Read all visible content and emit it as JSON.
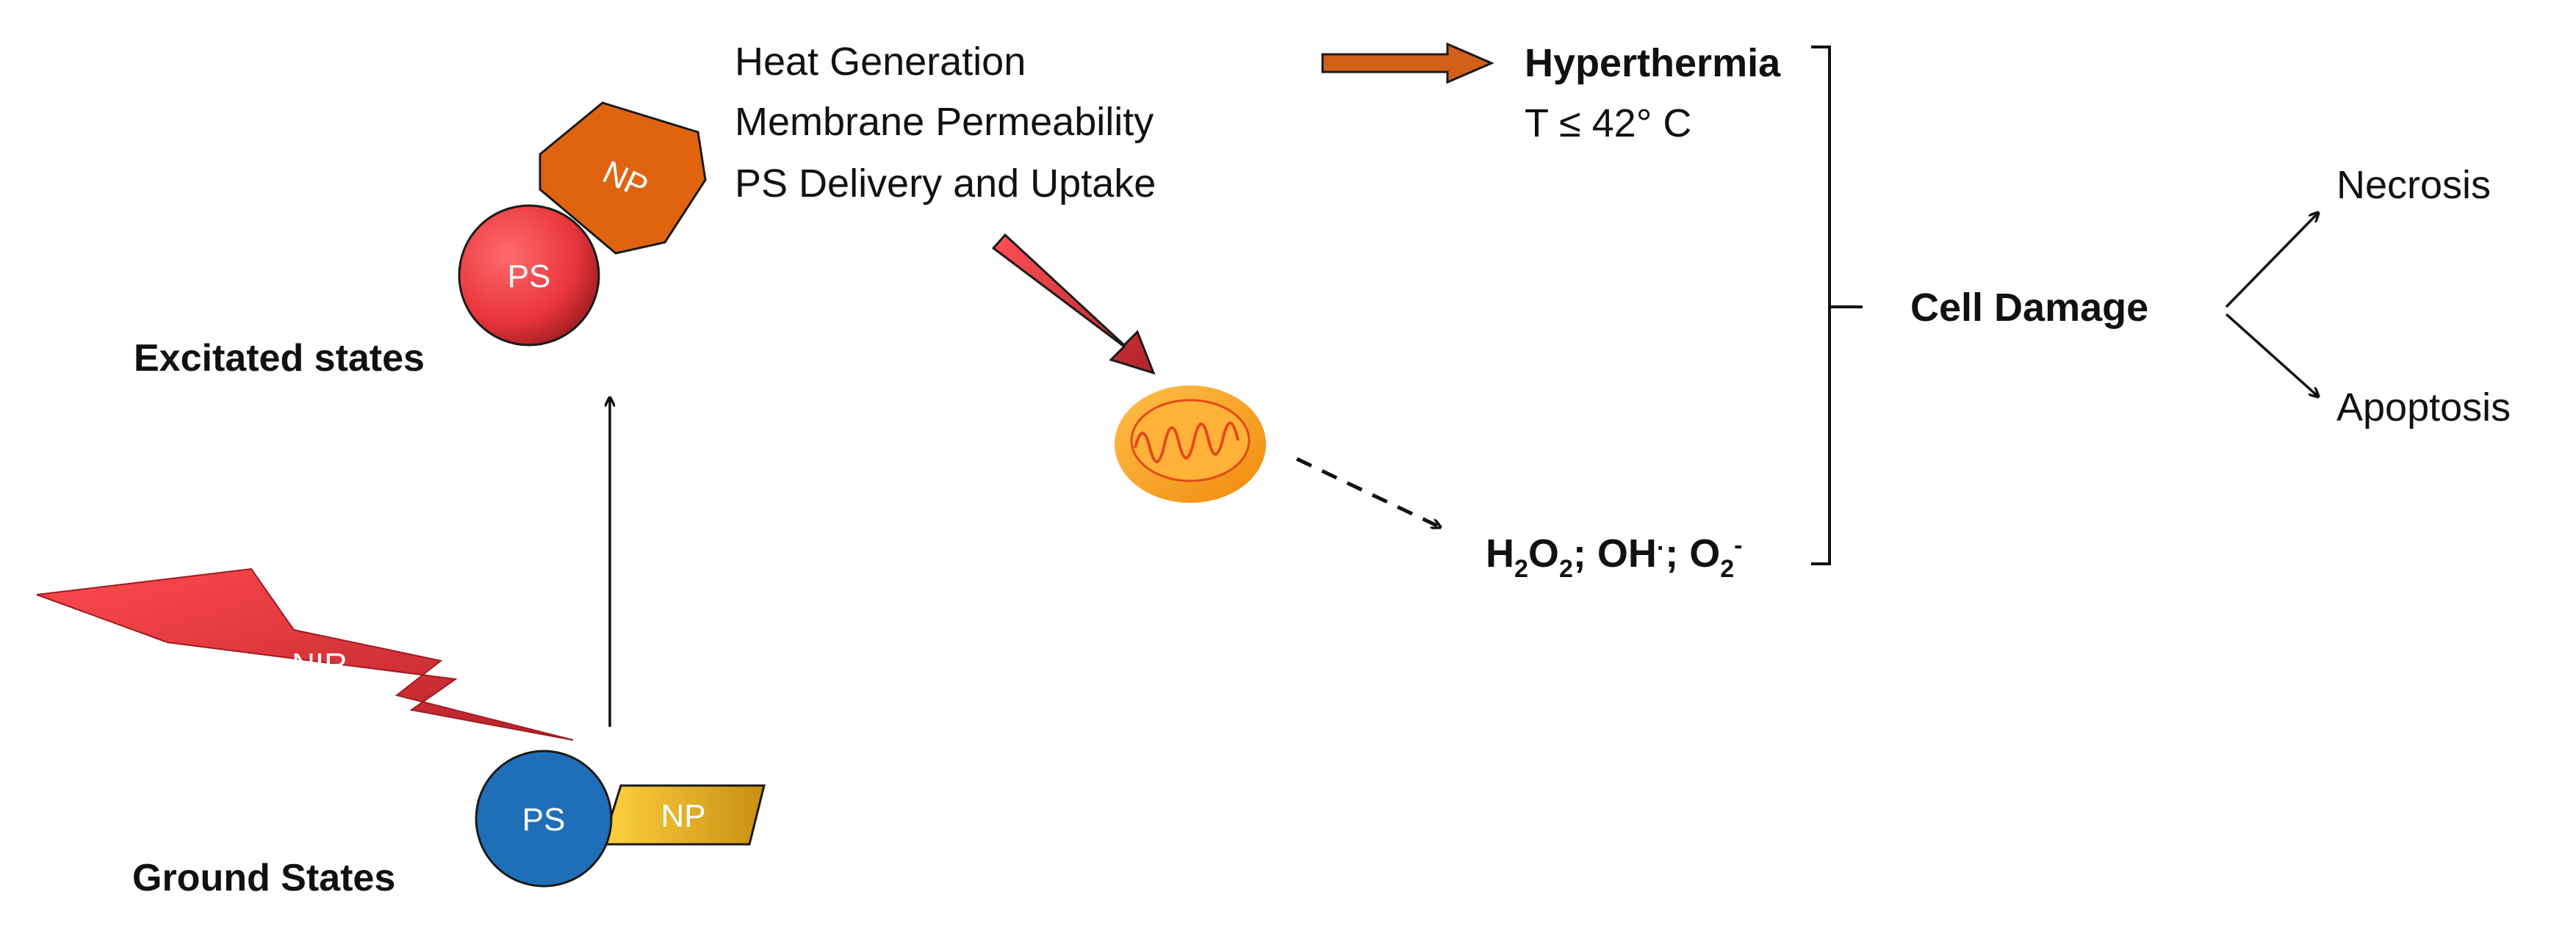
{
  "ps_label": "PS",
  "np_label": "NP",
  "excited_caption": "Excitated states",
  "ground_caption": "Ground States",
  "nir_label": "NIR",
  "effects": [
    "Heat Generation",
    "Membrane Permeability",
    "PS Delivery and Uptake"
  ],
  "hyperthermia": {
    "title": "Hyperthermia",
    "temperature": "T ≤ 42° C"
  },
  "ros": {
    "h": "H",
    "sub2": "2",
    "o": "O",
    "sep": "; ",
    "oh": "OH",
    "dot": "·",
    "o2sup": "-"
  },
  "cell_damage": "Cell Damage",
  "outcomes": {
    "necrosis": "Necrosis",
    "apoptosis": "Apoptosis"
  },
  "colors": {
    "ps_excited": "#e8353b",
    "np_excited": "#e06410",
    "ps_ground": "#1f6fb8",
    "np_ground": "#f2b51e",
    "nir": "#e8353b",
    "arrow_heat": "#d2601a",
    "arrow_mito": "#cf3036",
    "mitochondrion": "#f5a623"
  }
}
